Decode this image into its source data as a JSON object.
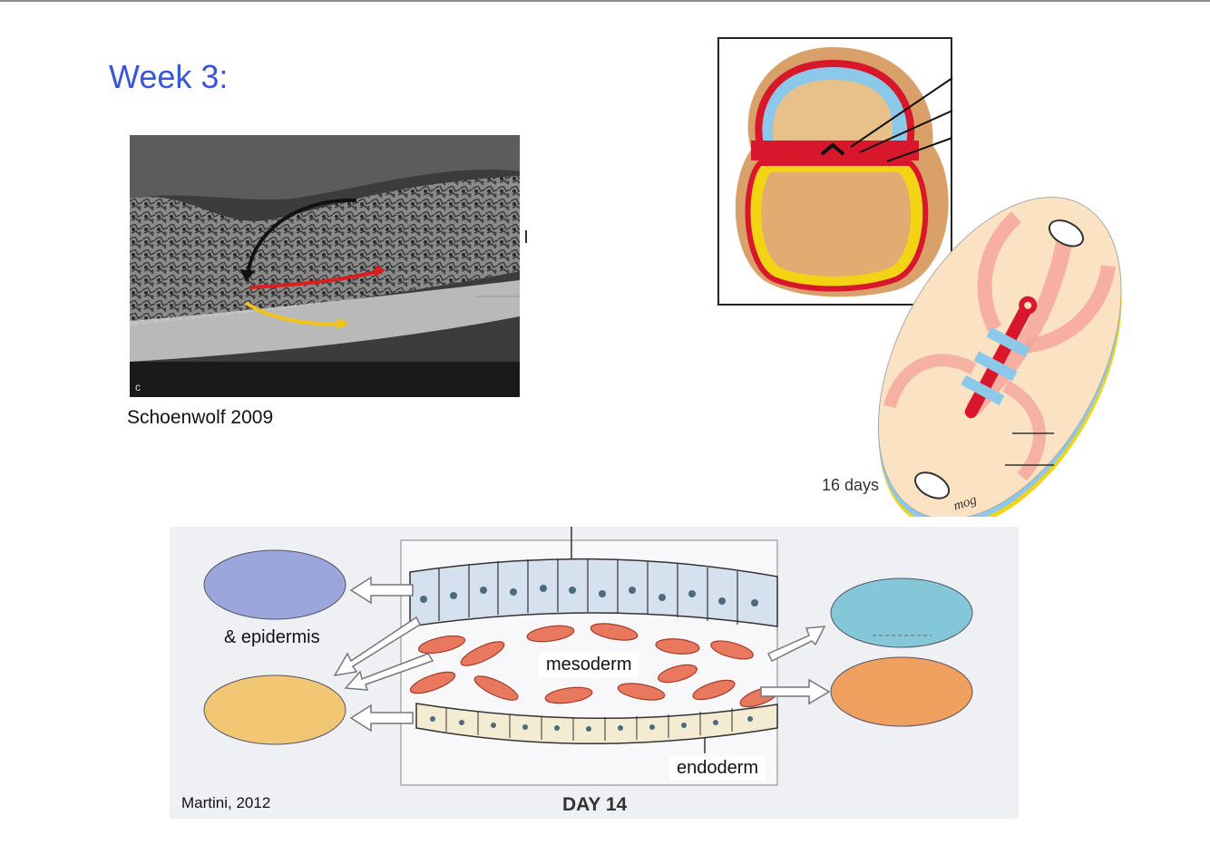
{
  "slide": {
    "title": "Week 3:"
  },
  "sem_panel": {
    "panel_letter": "c",
    "caption": "Schoenwolf 2009"
  },
  "embryo_panel": {
    "days_label": "16 days",
    "signature": "mog"
  },
  "day14_panel": {
    "epidermis_label": "& epidermis",
    "mesoderm_label": "mesoderm",
    "endoderm_label": "endoderm",
    "credit": "Martini, 2012",
    "day_label": "DAY 14"
  },
  "colors": {
    "title": "#3a55d6",
    "ectoderm": "#9aa6dc",
    "mesoderm_cells": "#e8785e",
    "endoderm": "#f2c773",
    "red_layer": "#d8162c",
    "yellow_layer": "#f3d414",
    "blue_layer": "#8cc8ea"
  }
}
